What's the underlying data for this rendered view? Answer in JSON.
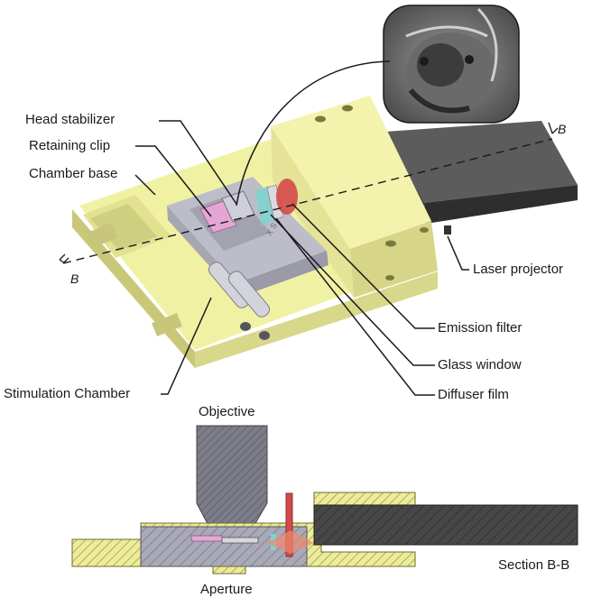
{
  "labels": {
    "head_stabilizer": "Head stabilizer",
    "retaining_clip": "Retaining clip",
    "chamber_base": "Chamber base",
    "laser_projector": "Laser projector",
    "emission_filter": "Emission filter",
    "glass_window": "Glass window",
    "diffuser_film": "Diffuser film",
    "stimulation_chamber": "Stimulation Chamber",
    "objective": "Objective",
    "aperture": "Aperture",
    "section": "Section B-B",
    "section_marker_left": "B",
    "section_marker_right": "B"
  },
  "colors": {
    "base_yellow": "#f0f0a0",
    "base_yellow_dark": "#c9c878",
    "chamber_grey": "#b9b9c6",
    "projector_dark": "#3e3e3e",
    "clip_pink": "#e5a6d6",
    "window_cyan": "#7fd3cf",
    "filter_red": "#d34a4a",
    "leader_line": "#1a1a1a"
  }
}
